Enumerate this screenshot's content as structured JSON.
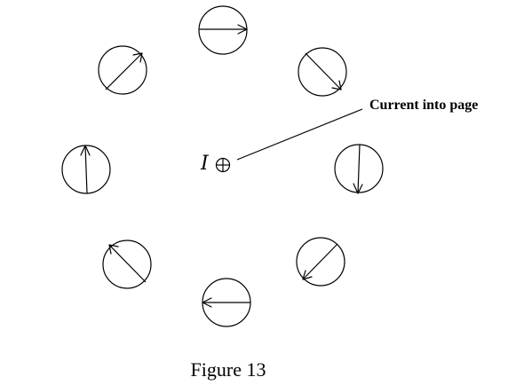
{
  "figure": {
    "caption": "Figure 13",
    "annotation": "Current into page",
    "current_symbol": "I",
    "current_direction": "into-page",
    "wire_icon": "cross-in-circle-icon"
  },
  "compasses": [
    {
      "id": "top",
      "needle_points": "right"
    },
    {
      "id": "top-right",
      "needle_points": "down-right"
    },
    {
      "id": "right",
      "needle_points": "down"
    },
    {
      "id": "bottom-right",
      "needle_points": "down-left"
    },
    {
      "id": "bottom",
      "needle_points": "left"
    },
    {
      "id": "bottom-left",
      "needle_points": "up-left"
    },
    {
      "id": "left",
      "needle_points": "up"
    },
    {
      "id": "top-left",
      "needle_points": "up-right"
    }
  ]
}
